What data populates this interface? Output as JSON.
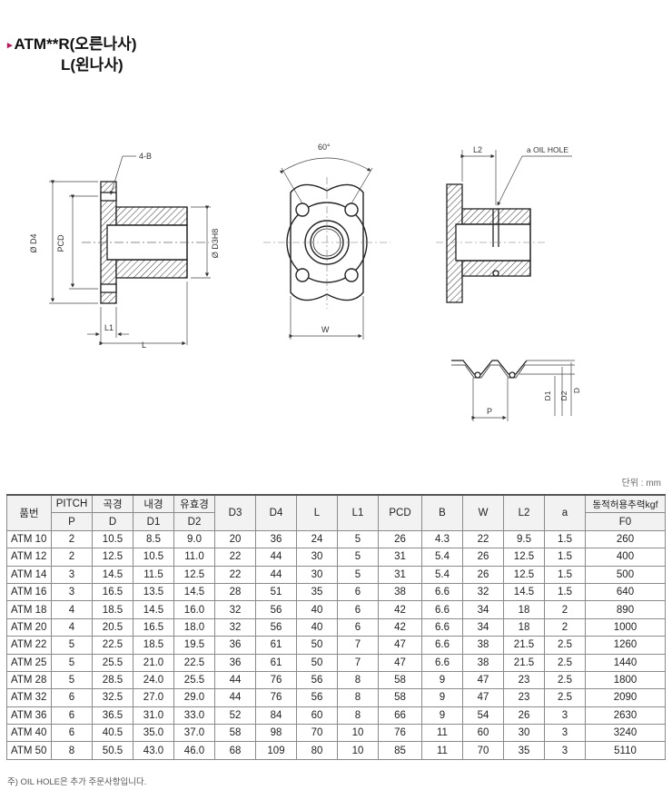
{
  "title": {
    "marker": "▸",
    "line1": "ATM**R(오른나사)",
    "line2": "L(왼나사)"
  },
  "drawing": {
    "label_4b": "4-B",
    "label_d4": "Ø D4",
    "label_pcd": "PCD",
    "label_d3": "Ø D3H8",
    "label_l1": "L1",
    "label_l": "L",
    "label_angle": "60°",
    "label_w": "W",
    "label_l2": "L2",
    "label_oil": "a OIL HOLE",
    "label_p": "P",
    "label_d1": "D1",
    "label_d2": "D2",
    "label_d": "D"
  },
  "unit_label": "단위 : mm",
  "table": {
    "header_top": [
      "품번",
      "PITCH",
      "곡경",
      "내경",
      "유효경",
      "D3",
      "D4",
      "L",
      "L1",
      "PCD",
      "B",
      "W",
      "L2",
      "a",
      "동적허용추력kgf"
    ],
    "header_bottom": [
      "P",
      "D",
      "D1",
      "D2",
      "F0"
    ],
    "rows": [
      [
        "ATM 10",
        "2",
        "10.5",
        "8.5",
        "9.0",
        "20",
        "36",
        "24",
        "5",
        "26",
        "4.3",
        "22",
        "9.5",
        "1.5",
        "260"
      ],
      [
        "ATM 12",
        "2",
        "12.5",
        "10.5",
        "11.0",
        "22",
        "44",
        "30",
        "5",
        "31",
        "5.4",
        "26",
        "12.5",
        "1.5",
        "400"
      ],
      [
        "ATM 14",
        "3",
        "14.5",
        "11.5",
        "12.5",
        "22",
        "44",
        "30",
        "5",
        "31",
        "5.4",
        "26",
        "12.5",
        "1.5",
        "500"
      ],
      [
        "ATM 16",
        "3",
        "16.5",
        "13.5",
        "14.5",
        "28",
        "51",
        "35",
        "6",
        "38",
        "6.6",
        "32",
        "14.5",
        "1.5",
        "640"
      ],
      [
        "ATM 18",
        "4",
        "18.5",
        "14.5",
        "16.0",
        "32",
        "56",
        "40",
        "6",
        "42",
        "6.6",
        "34",
        "18",
        "2",
        "890"
      ],
      [
        "ATM 20",
        "4",
        "20.5",
        "16.5",
        "18.0",
        "32",
        "56",
        "40",
        "6",
        "42",
        "6.6",
        "34",
        "18",
        "2",
        "1000"
      ],
      [
        "ATM 22",
        "5",
        "22.5",
        "18.5",
        "19.5",
        "36",
        "61",
        "50",
        "7",
        "47",
        "6.6",
        "38",
        "21.5",
        "2.5",
        "1260"
      ],
      [
        "ATM 25",
        "5",
        "25.5",
        "21.0",
        "22.5",
        "36",
        "61",
        "50",
        "7",
        "47",
        "6.6",
        "38",
        "21.5",
        "2.5",
        "1440"
      ],
      [
        "ATM 28",
        "5",
        "28.5",
        "24.0",
        "25.5",
        "44",
        "76",
        "56",
        "8",
        "58",
        "9",
        "47",
        "23",
        "2.5",
        "1800"
      ],
      [
        "ATM 32",
        "6",
        "32.5",
        "27.0",
        "29.0",
        "44",
        "76",
        "56",
        "8",
        "58",
        "9",
        "47",
        "23",
        "2.5",
        "2090"
      ],
      [
        "ATM 36",
        "6",
        "36.5",
        "31.0",
        "33.0",
        "52",
        "84",
        "60",
        "8",
        "66",
        "9",
        "54",
        "26",
        "3",
        "2630"
      ],
      [
        "ATM 40",
        "6",
        "40.5",
        "35.0",
        "37.0",
        "58",
        "98",
        "70",
        "10",
        "76",
        "11",
        "60",
        "30",
        "3",
        "3240"
      ],
      [
        "ATM 50",
        "8",
        "50.5",
        "43.0",
        "46.0",
        "68",
        "109",
        "80",
        "10",
        "85",
        "11",
        "70",
        "35",
        "3",
        "5110"
      ]
    ]
  },
  "note": "주) OIL HOLE은 추가 주문사항입니다."
}
